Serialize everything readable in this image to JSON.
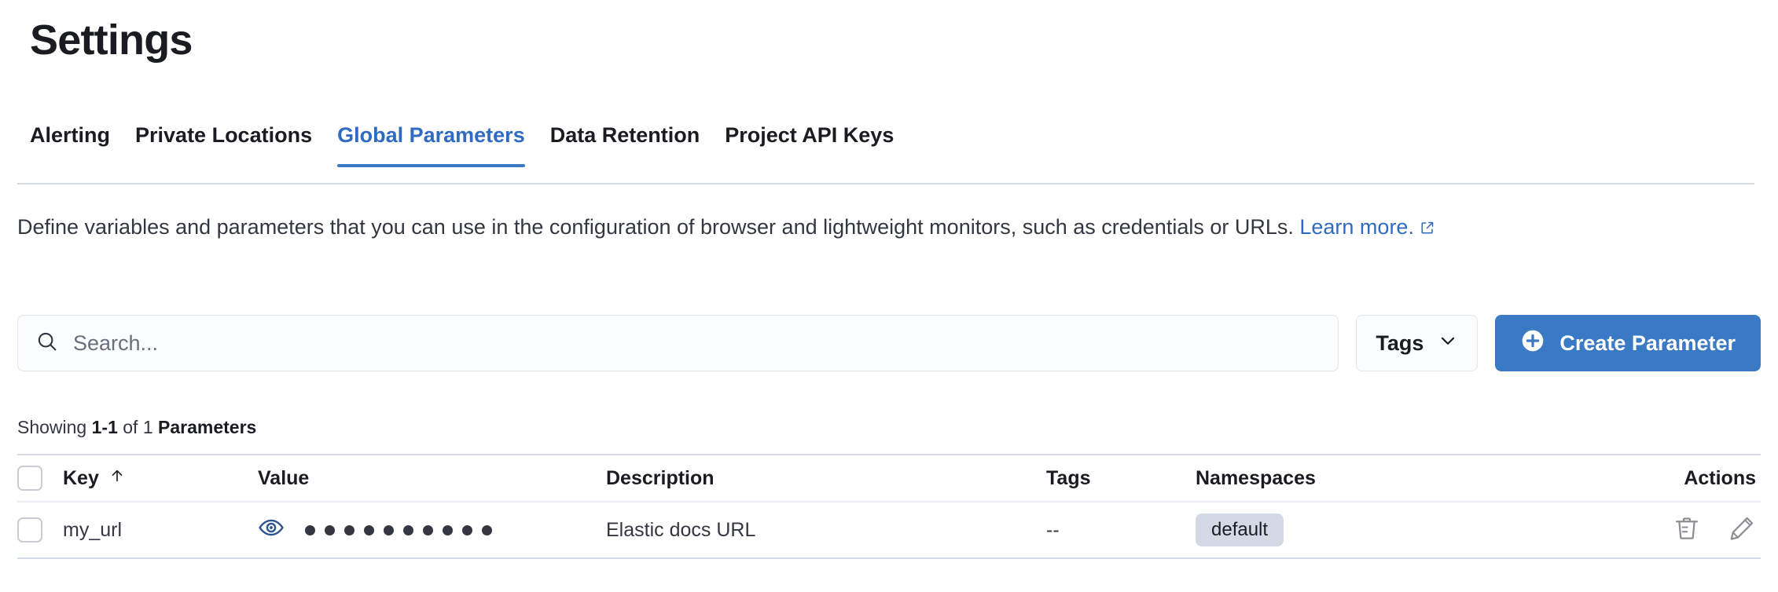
{
  "header": {
    "title": "Settings"
  },
  "tabs": [
    {
      "label": "Alerting",
      "active": false
    },
    {
      "label": "Private Locations",
      "active": false
    },
    {
      "label": "Global Parameters",
      "active": true
    },
    {
      "label": "Data Retention",
      "active": false
    },
    {
      "label": "Project API Keys",
      "active": false
    }
  ],
  "description": {
    "text": "Define variables and parameters that you can use in the configuration of browser and lightweight monitors, such as credentials or URLs. ",
    "link_text": "Learn more.",
    "link_icon": "external-link-icon"
  },
  "controls": {
    "search": {
      "icon": "search-icon",
      "placeholder": "Search...",
      "value": ""
    },
    "tags_filter": {
      "label": "Tags",
      "icon": "chevron-down-icon"
    },
    "create_button": {
      "label": "Create Parameter",
      "icon": "plus-circle-icon"
    }
  },
  "results": {
    "showing_prefix": "Showing ",
    "range": "1-1",
    "of": " of ",
    "total": "1",
    "noun": " Parameters"
  },
  "table": {
    "columns": [
      {
        "key": "select",
        "label": ""
      },
      {
        "key": "key",
        "label": "Key",
        "sort": "asc",
        "sort_icon": "arrow-up-icon"
      },
      {
        "key": "value",
        "label": "Value"
      },
      {
        "key": "description",
        "label": "Description"
      },
      {
        "key": "tags",
        "label": "Tags"
      },
      {
        "key": "namespaces",
        "label": "Namespaces"
      },
      {
        "key": "actions",
        "label": "Actions"
      }
    ],
    "rows": [
      {
        "selected": false,
        "key": "my_url",
        "value_masked_dots": 10,
        "value_toggle_icon": "eye-icon",
        "description": "Elastic docs URL",
        "tags": "--",
        "namespaces": [
          "default"
        ],
        "actions": [
          "trash-icon",
          "pencil-icon"
        ]
      }
    ]
  },
  "colors": {
    "accent_blue": "#3a7ac4",
    "link_blue": "#2f6bc0",
    "text_dark": "#1a1c21",
    "text_body": "#343741",
    "text_muted": "#69707d",
    "border": "#d3dae6",
    "badge_bg": "#d3dae6",
    "icon_gray": "#8c8f94"
  }
}
